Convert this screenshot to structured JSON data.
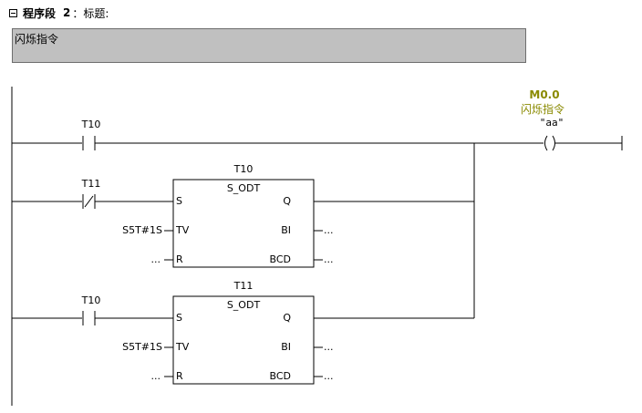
{
  "network": {
    "label": "程序段",
    "number": "2",
    "separator": "：",
    "title_label": "标题:",
    "comment": "闪烁指令"
  },
  "coil": {
    "address": "M0.0",
    "symbol": "闪烁指令",
    "comment": "\"aa\""
  },
  "rung1": {
    "contact_label": "T10",
    "timer": {
      "name": "T10",
      "type": "S_ODT",
      "input_contact": "T11",
      "pin_s": "S",
      "pin_tv": "TV",
      "pin_r": "R",
      "pin_q": "Q",
      "pin_bi": "BI",
      "pin_bcd": "BCD",
      "tv_value": "S5T#1S",
      "r_value": "...",
      "bi_value": "...",
      "bcd_value": "..."
    }
  },
  "rung2": {
    "timer": {
      "name": "T11",
      "type": "S_ODT",
      "input_contact": "T10",
      "pin_s": "S",
      "pin_tv": "TV",
      "pin_r": "R",
      "pin_q": "Q",
      "pin_bi": "BI",
      "pin_bcd": "BCD",
      "tv_value": "S5T#1S",
      "r_value": "...",
      "bi_value": "...",
      "bcd_value": "..."
    }
  }
}
